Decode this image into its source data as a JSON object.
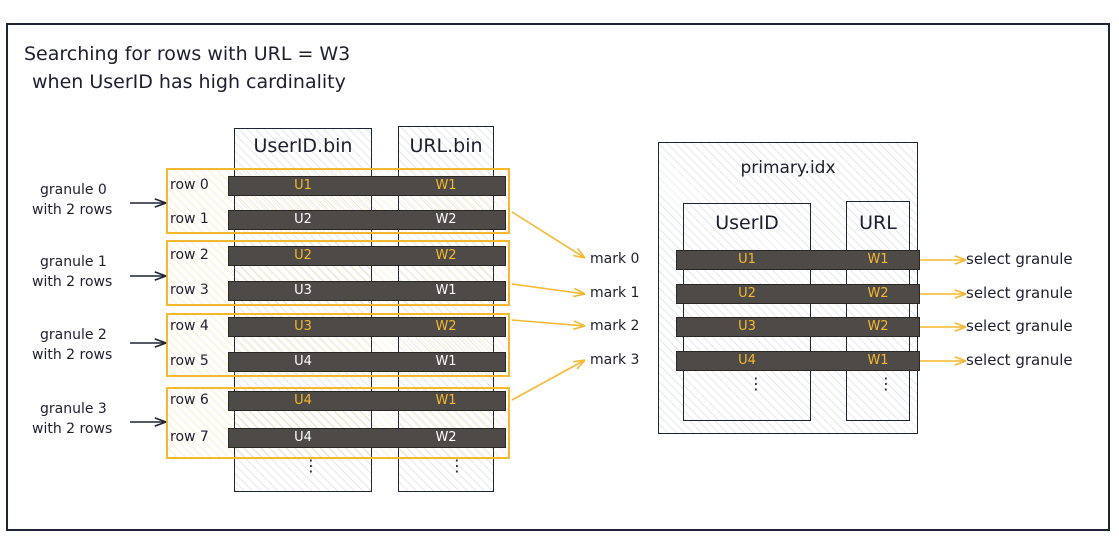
{
  "title_line1": "Searching for rows with URL = W3",
  "title_line2": "when UserID has high cardinality",
  "data_files": {
    "userid_header": "UserID.bin",
    "url_header": "URL.bin",
    "rows": [
      {
        "label": "row 0",
        "userid": "U1",
        "url": "W1",
        "highlight": true
      },
      {
        "label": "row 1",
        "userid": "U2",
        "url": "W2",
        "highlight": false
      },
      {
        "label": "row 2",
        "userid": "U2",
        "url": "W2",
        "highlight": true
      },
      {
        "label": "row 3",
        "userid": "U3",
        "url": "W1",
        "highlight": false
      },
      {
        "label": "row 4",
        "userid": "U3",
        "url": "W2",
        "highlight": true
      },
      {
        "label": "row 5",
        "userid": "U4",
        "url": "W1",
        "highlight": false
      },
      {
        "label": "row 6",
        "userid": "U4",
        "url": "W1",
        "highlight": true
      },
      {
        "label": "row 7",
        "userid": "U4",
        "url": "W2",
        "highlight": false
      }
    ],
    "granules": [
      {
        "line1": "granule 0",
        "line2": "with 2 rows"
      },
      {
        "line1": "granule 1",
        "line2": "with 2 rows"
      },
      {
        "line1": "granule 2",
        "line2": "with 2 rows"
      },
      {
        "line1": "granule 3",
        "line2": "with 2 rows"
      }
    ],
    "ellipsis": "⋮"
  },
  "primary_index": {
    "title": "primary.idx",
    "userid_header": "UserID",
    "url_header": "URL",
    "marks": [
      {
        "label": "mark 0",
        "userid": "U1",
        "url": "W1",
        "action": "select granule"
      },
      {
        "label": "mark 1",
        "userid": "U2",
        "url": "W2",
        "action": "select granule"
      },
      {
        "label": "mark 2",
        "userid": "U3",
        "url": "W2",
        "action": "select granule"
      },
      {
        "label": "mark 3",
        "userid": "U4",
        "url": "W1",
        "action": "select granule"
      }
    ]
  },
  "colors": {
    "accent": "#f5b82e",
    "bar": "#4d4a47",
    "ink": "#1e2433"
  }
}
